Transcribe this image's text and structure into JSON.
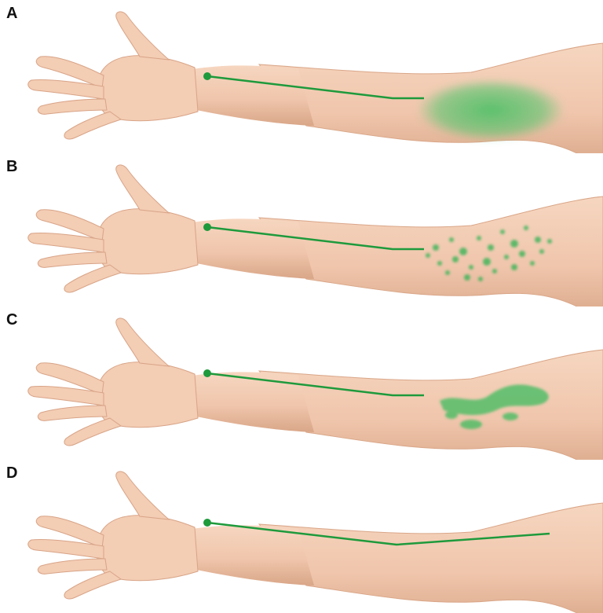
{
  "panels": [
    {
      "label": "A",
      "pattern": "diffuse"
    },
    {
      "label": "B",
      "pattern": "speckled"
    },
    {
      "label": "C",
      "pattern": "patchy"
    },
    {
      "label": "D",
      "pattern": "none"
    }
  ],
  "colors": {
    "skin": "#f2c8ae",
    "skin_shadow": "#dba98c",
    "skin_edge": "#c98d70",
    "vessel": "#1e9a3c",
    "staining": "#4ac46a"
  }
}
